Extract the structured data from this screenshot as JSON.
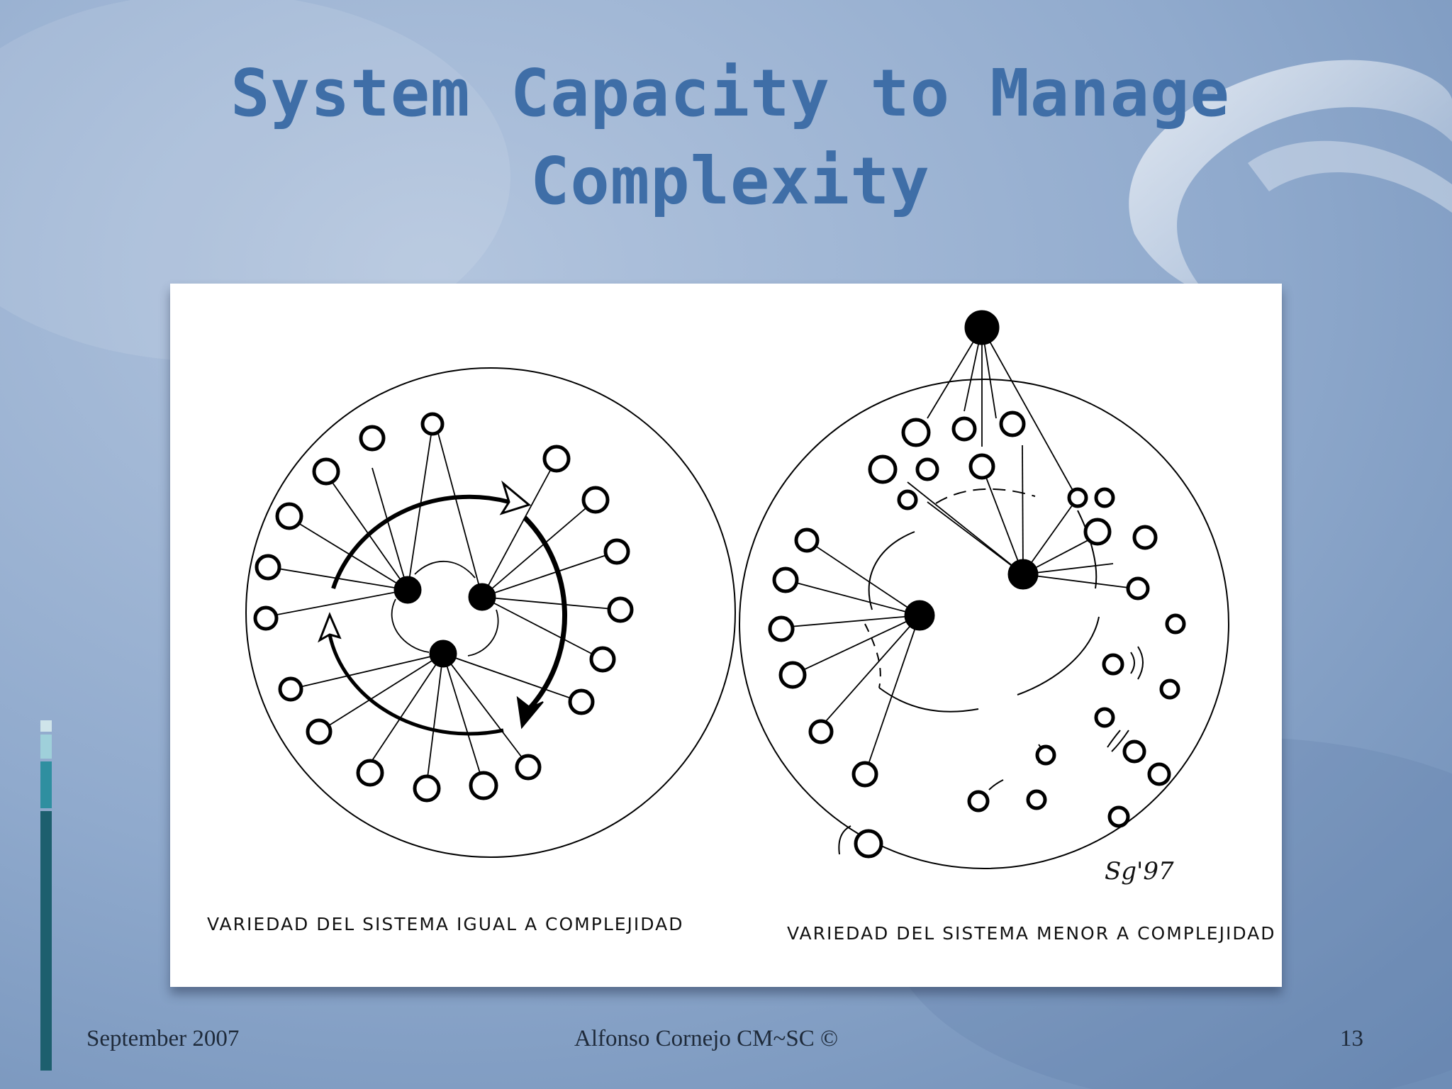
{
  "slide": {
    "title_lines": [
      "System Capacity to Manage",
      "Complexity"
    ]
  },
  "figure": {
    "left_caption": "VARIEDAD DEL SISTEMA IGUAL A COMPLEJIDAD",
    "right_caption": "VARIEDAD DEL SISTEMA MENOR A COMPLEJIDAD",
    "signature": "Sg'97"
  },
  "footer": {
    "date": "September 2007",
    "author": "Alfonso Cornejo  CM~SC ©",
    "page_number": "13"
  },
  "colors": {
    "title": "#3f6ea7",
    "background_light": "#b3c5de",
    "background_dark": "#6e8db6",
    "accent_bar_light": "#cfe4ea",
    "accent_bar_mid": "#2f8fa0",
    "accent_bar_dark": "#1d5f6e"
  }
}
